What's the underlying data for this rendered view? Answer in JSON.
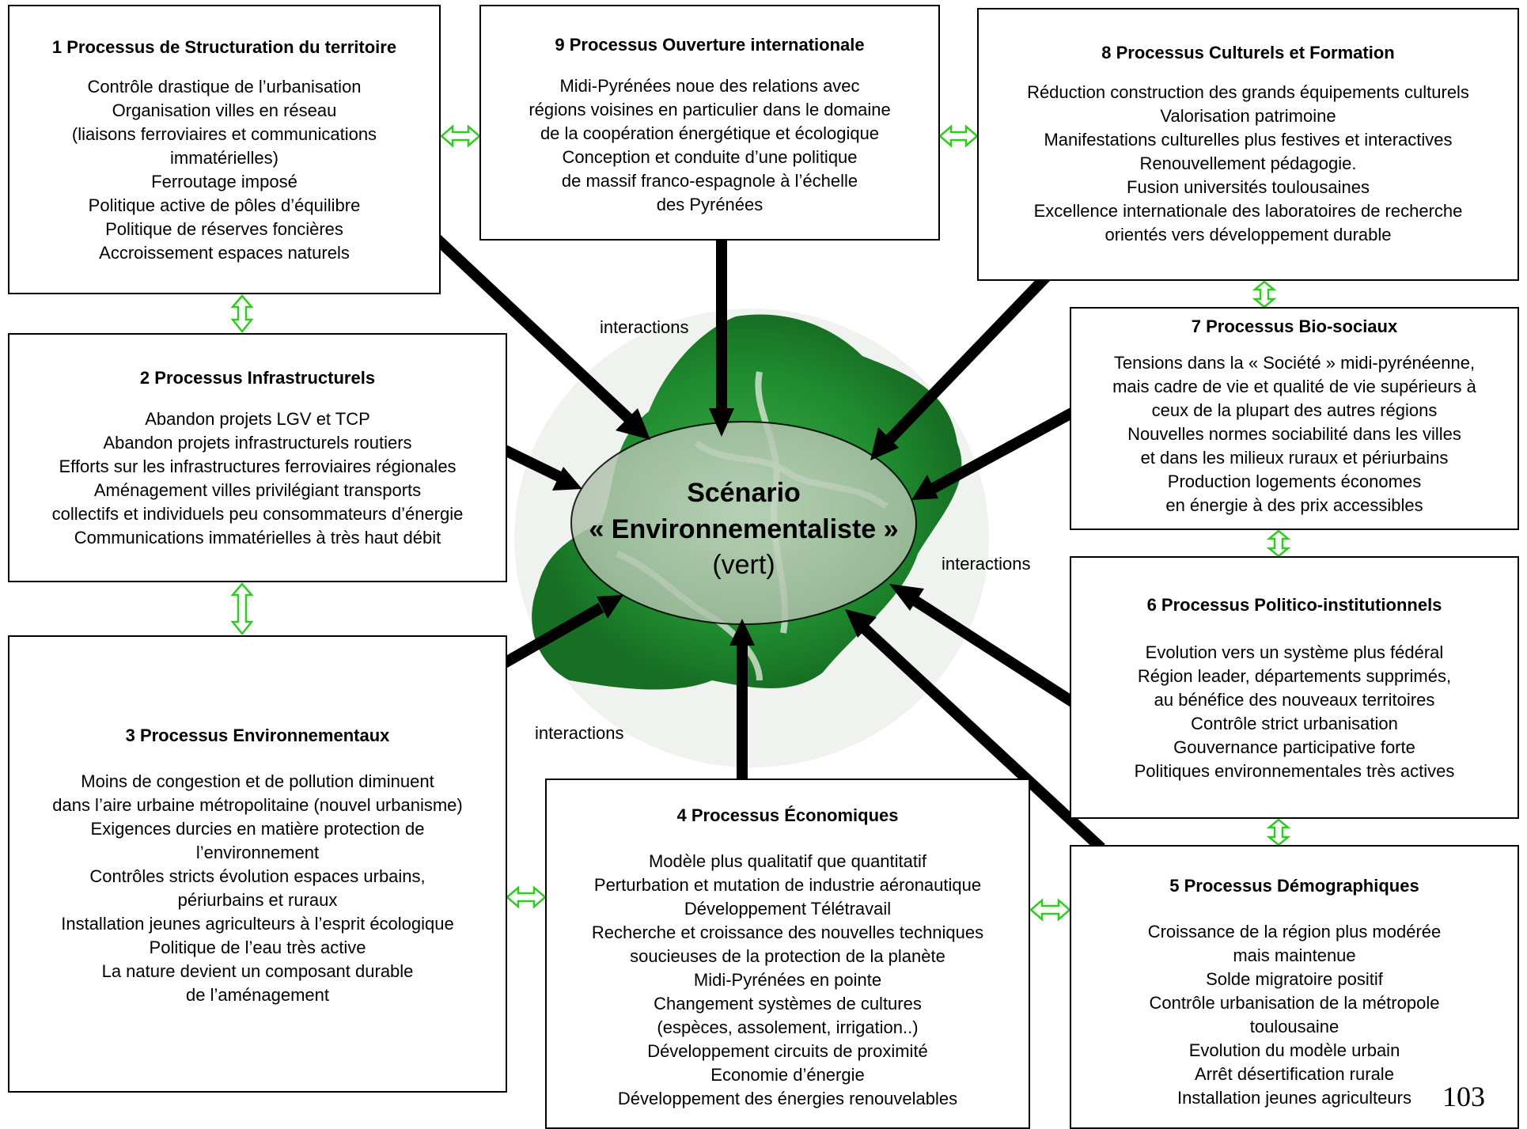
{
  "center": {
    "line1": "Scénario",
    "line2": "« Environnementaliste »",
    "line3": "(vert)"
  },
  "interaction_labels": [
    "interactions",
    "interactions",
    "interactions"
  ],
  "page_number": "103",
  "colors": {
    "map_green": "#1f8a2e",
    "double_arrow": "#2ecc1f",
    "ellipse_fill": "#b9c9b6"
  },
  "boxes": {
    "b1": {
      "title": "1 Processus de Structuration du territoire",
      "lines": [
        "Contrôle drastique de l’urbanisation",
        "Organisation villes en réseau",
        "(liaisons ferroviaires et communications",
        "immatérielles)",
        "Ferroutage imposé",
        "Politique active de pôles d’équilibre",
        "Politique de réserves foncières",
        "Accroissement espaces naturels"
      ]
    },
    "b9": {
      "title": "9 Processus Ouverture internationale",
      "lines": [
        "Midi-Pyrénées noue des relations avec",
        "régions voisines en particulier dans le domaine",
        "de la coopération énergétique et écologique",
        "Conception et conduite d’une politique",
        "de massif franco-espagnole à l’échelle",
        "des Pyrénées"
      ]
    },
    "b8": {
      "title": "8 Processus Culturels et Formation",
      "lines": [
        "Réduction  construction  des grands équipements culturels",
        "Valorisation patrimoine",
        "Manifestations culturelles plus festives et interactives",
        "Renouvellement  pédagogie.",
        "Fusion  universités toulousaines",
        "Excellence internationale des laboratoires de recherche",
        "orientés vers développement durable"
      ]
    },
    "b2": {
      "title": "2 Processus Infrastructurels",
      "lines": [
        "Abandon projets LGV et TCP",
        "Abandon projets infrastructurels routiers",
        "Efforts  sur les infrastructures ferroviaires régionales",
        "Aménagement villes privilégiant transports",
        "collectifs et individuels peu consommateurs d’énergie",
        "Communications immatérielles à très haut débit"
      ]
    },
    "b7": {
      "title": "7 Processus Bio-sociaux",
      "lines": [
        "Tensions dans la « Société » midi-pyrénéenne,",
        "mais cadre de vie et qualité de vie supérieurs à",
        "ceux de la plupart des autres régions",
        "Nouvelles normes sociabilité dans les villes",
        "et dans les milieux ruraux et périurbains",
        "Production logements économes",
        "en énergie à des prix accessibles"
      ]
    },
    "b3": {
      "title": "3 Processus Environnementaux",
      "lines": [
        "Moins de congestion et de pollution diminuent",
        "dans l’aire urbaine métropolitaine (nouvel urbanisme)",
        "Exigences durcies en matière protection de",
        "l’environnement",
        "Contrôles stricts évolution espaces urbains,",
        "périurbains et ruraux",
        "Installation jeunes agriculteurs à l’esprit écologique",
        "Politique de l’eau très active",
        "La nature devient un composant durable",
        "de l’aménagement"
      ]
    },
    "b6": {
      "title": "6 Processus Politico-institutionnels",
      "lines": [
        "Evolution vers un système plus fédéral",
        "Région leader, départements supprimés,",
        "au bénéfice des nouveaux territoires",
        "Contrôle strict urbanisation",
        "Gouvernance participative forte",
        "Politiques environnementales très actives"
      ]
    },
    "b4": {
      "title": "4 Processus Économiques",
      "lines": [
        "Modèle plus qualitatif que quantitatif",
        "Perturbation et mutation de industrie aéronautique",
        "Développement Télétravail",
        "Recherche et croissance des nouvelles techniques",
        "soucieuses de la protection de la planète",
        "Midi-Pyrénées en pointe",
        "Changement systèmes de cultures",
        "(espèces, assolement, irrigation..)",
        "Développement circuits de proximité",
        "Economie d’énergie",
        "Développement des énergies renouvelables"
      ]
    },
    "b5": {
      "title": "5 Processus Démographiques",
      "lines": [
        "Croissance de la région plus modérée",
        "mais maintenue",
        "Solde migratoire positif",
        "Contrôle urbanisation de la métropole",
        "toulousaine",
        "Evolution du modèle urbain",
        "Arrêt désertification rurale",
        "Installation jeunes agriculteurs"
      ]
    }
  }
}
